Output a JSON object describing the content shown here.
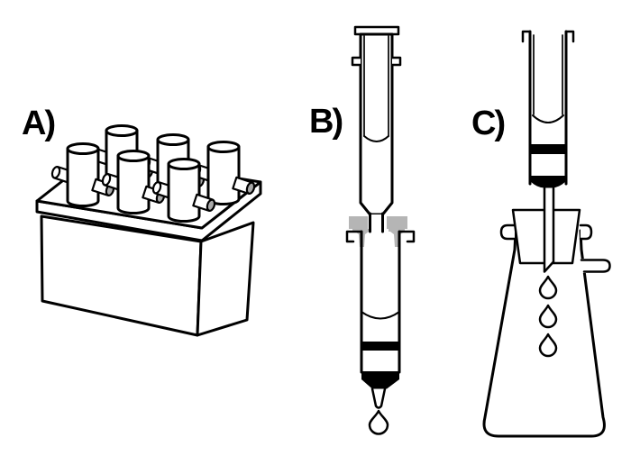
{
  "figure": {
    "background_color": "#ffffff",
    "line_color": "#000000",
    "adapter_color": "#b5b5b5",
    "port_cap_color": "#a9a9a9",
    "panels": [
      {
        "id": "A",
        "label": "A)",
        "icon": "vacuum-manifold-box-icon"
      },
      {
        "id": "B",
        "label": "B)",
        "icon": "stacked-extraction-columns-icon"
      },
      {
        "id": "C",
        "label": "C)",
        "icon": "column-over-filter-flask-icon"
      }
    ]
  }
}
